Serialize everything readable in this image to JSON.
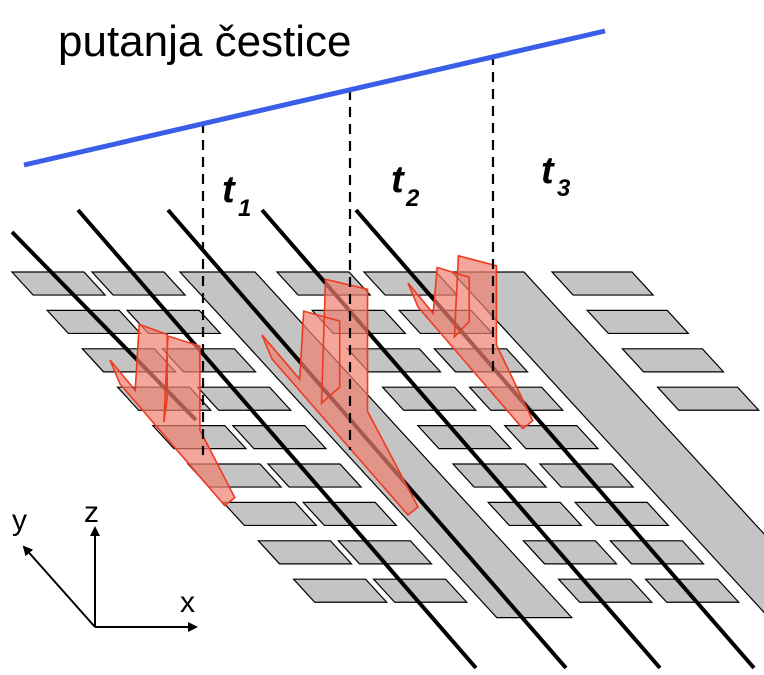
{
  "title": "putanja čestice",
  "colors": {
    "trajectory": "#3a5ee8",
    "pad_fill": "#c4c4c4",
    "strip_fill": "#c4c4c4",
    "signal_fill": "#f08070",
    "signal_stroke": "#ee3a1e"
  },
  "time_labels": [
    {
      "main": "t",
      "sub": "1"
    },
    {
      "main": "t",
      "sub": "2"
    },
    {
      "main": "t",
      "sub": "3"
    }
  ],
  "axes": {
    "x": "x",
    "y": "y",
    "z": "z"
  }
}
